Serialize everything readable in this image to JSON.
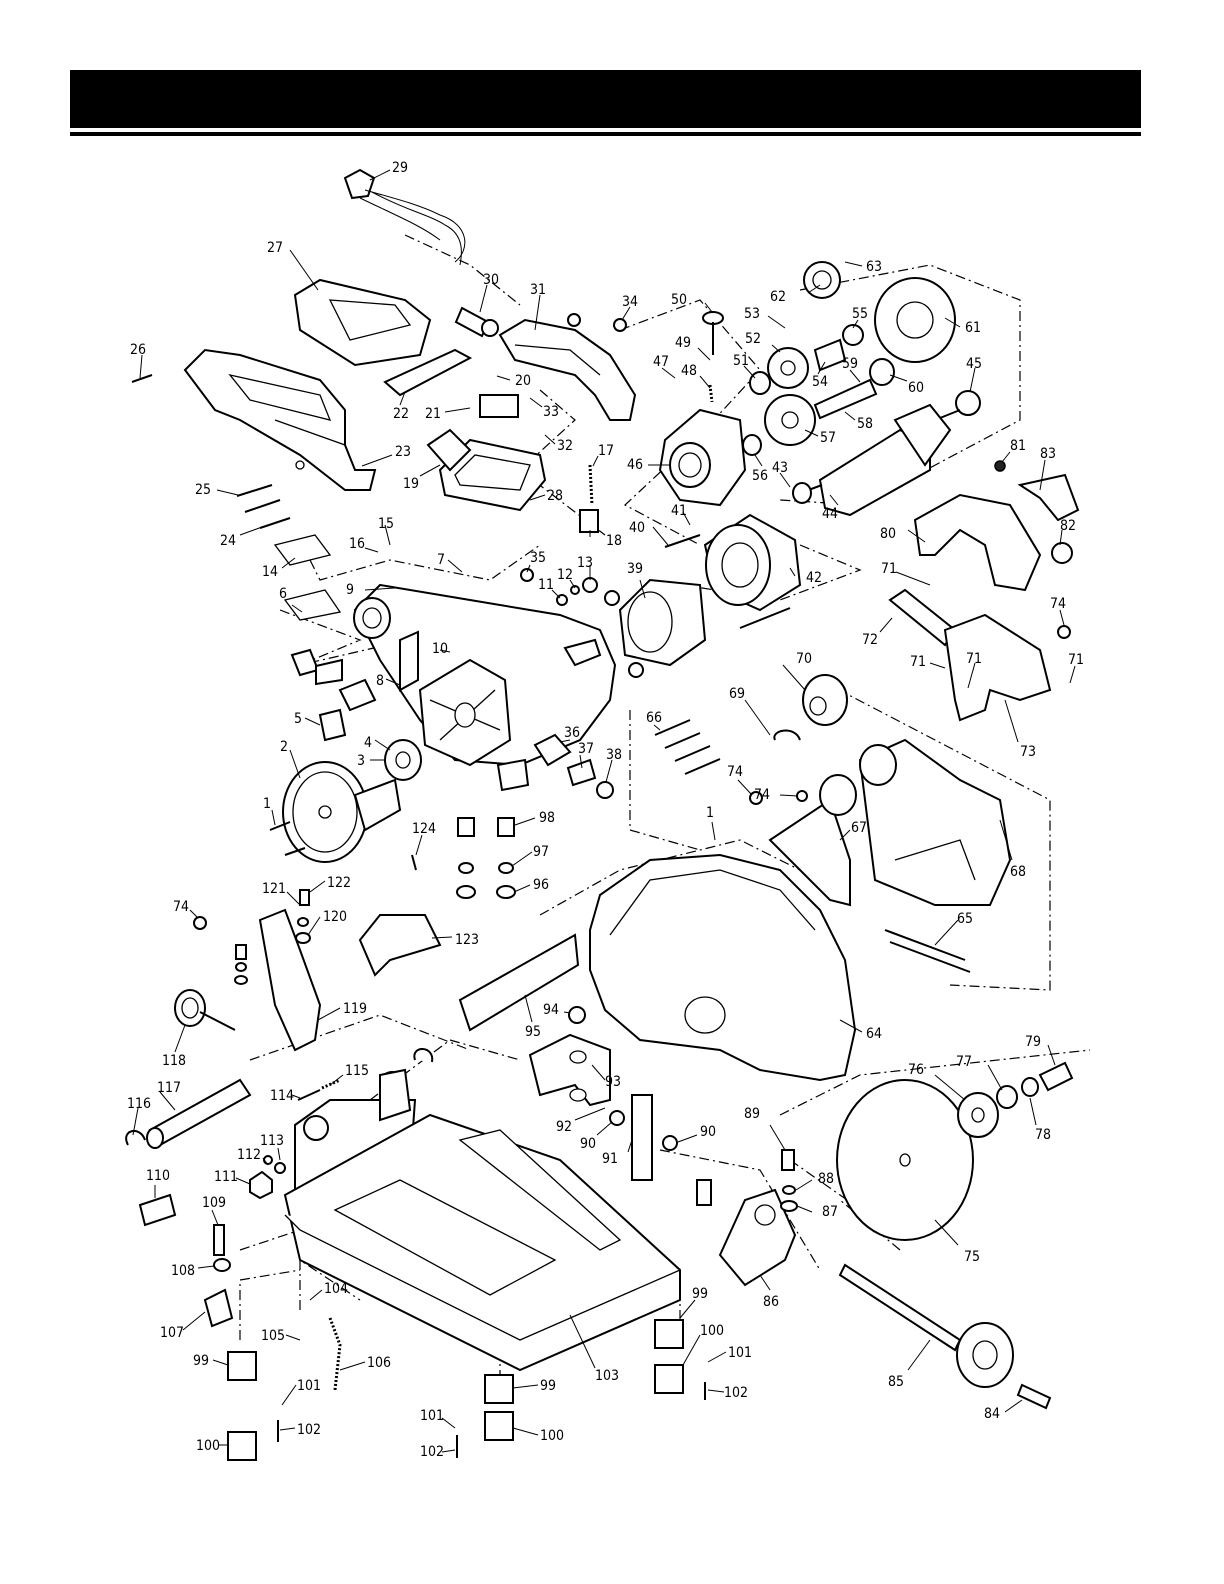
{
  "labels": [
    {
      "id": "29",
      "text": "29"
    },
    {
      "id": "27",
      "text": "27"
    },
    {
      "id": "30",
      "text": "30"
    },
    {
      "id": "31",
      "text": "31"
    },
    {
      "id": "34",
      "text": "34"
    },
    {
      "id": "50",
      "text": "50"
    },
    {
      "id": "62",
      "text": "62"
    },
    {
      "id": "63",
      "text": "63"
    },
    {
      "id": "26",
      "text": "26"
    },
    {
      "id": "53",
      "text": "53"
    },
    {
      "id": "55",
      "text": "55"
    },
    {
      "id": "61",
      "text": "61"
    },
    {
      "id": "52",
      "text": "52"
    },
    {
      "id": "49",
      "text": "49"
    },
    {
      "id": "47",
      "text": "47"
    },
    {
      "id": "20",
      "text": "20"
    },
    {
      "id": "48",
      "text": "48"
    },
    {
      "id": "51",
      "text": "51"
    },
    {
      "id": "54",
      "text": "54"
    },
    {
      "id": "59",
      "text": "59"
    },
    {
      "id": "60",
      "text": "60"
    },
    {
      "id": "45",
      "text": "45"
    },
    {
      "id": "22",
      "text": "22"
    },
    {
      "id": "21",
      "text": "21"
    },
    {
      "id": "33",
      "text": "33"
    },
    {
      "id": "58",
      "text": "58"
    },
    {
      "id": "32",
      "text": "32"
    },
    {
      "id": "57",
      "text": "57"
    },
    {
      "id": "23",
      "text": "23"
    },
    {
      "id": "17",
      "text": "17"
    },
    {
      "id": "46",
      "text": "46"
    },
    {
      "id": "56",
      "text": "56"
    },
    {
      "id": "43",
      "text": "43"
    },
    {
      "id": "81",
      "text": "81"
    },
    {
      "id": "83",
      "text": "83"
    },
    {
      "id": "19",
      "text": "19"
    },
    {
      "id": "25",
      "text": "25"
    },
    {
      "id": "28",
      "text": "28"
    },
    {
      "id": "44",
      "text": "44"
    },
    {
      "id": "18",
      "text": "18"
    },
    {
      "id": "24",
      "text": "24"
    },
    {
      "id": "41",
      "text": "41"
    },
    {
      "id": "80",
      "text": "80"
    },
    {
      "id": "15",
      "text": "15"
    },
    {
      "id": "40",
      "text": "40"
    },
    {
      "id": "82",
      "text": "82"
    },
    {
      "id": "16",
      "text": "16"
    },
    {
      "id": "42",
      "text": "42"
    },
    {
      "id": "35",
      "text": "35"
    },
    {
      "id": "13",
      "text": "13"
    },
    {
      "id": "14",
      "text": "14"
    },
    {
      "id": "7",
      "text": "7"
    },
    {
      "id": "12",
      "text": "12"
    },
    {
      "id": "39",
      "text": "39"
    },
    {
      "id": "11",
      "text": "11"
    },
    {
      "id": "71",
      "text": "71"
    },
    {
      "id": "9",
      "text": "9"
    },
    {
      "id": "6",
      "text": "6"
    },
    {
      "id": "74",
      "text": "74"
    },
    {
      "id": "72",
      "text": "72"
    },
    {
      "id": "10",
      "text": "10"
    },
    {
      "id": "70",
      "text": "70"
    },
    {
      "id": "71b",
      "text": "71"
    },
    {
      "id": "71c",
      "text": "71"
    },
    {
      "id": "71d",
      "text": "71"
    },
    {
      "id": "8",
      "text": "8"
    },
    {
      "id": "69",
      "text": "69"
    },
    {
      "id": "5",
      "text": "5"
    },
    {
      "id": "66",
      "text": "66"
    },
    {
      "id": "73",
      "text": "73"
    },
    {
      "id": "4",
      "text": "4"
    },
    {
      "id": "36",
      "text": "36"
    },
    {
      "id": "3",
      "text": "3"
    },
    {
      "id": "37",
      "text": "37"
    },
    {
      "id": "38",
      "text": "38"
    },
    {
      "id": "2",
      "text": "2"
    },
    {
      "id": "74b",
      "text": "74"
    },
    {
      "id": "74c",
      "text": "74"
    },
    {
      "id": "1",
      "text": "1"
    },
    {
      "id": "1b",
      "text": "1"
    },
    {
      "id": "98",
      "text": "98"
    },
    {
      "id": "67",
      "text": "67"
    },
    {
      "id": "124",
      "text": "124"
    },
    {
      "id": "97",
      "text": "97"
    },
    {
      "id": "68",
      "text": "68"
    },
    {
      "id": "96",
      "text": "96"
    },
    {
      "id": "121",
      "text": "121"
    },
    {
      "id": "122",
      "text": "122"
    },
    {
      "id": "74d",
      "text": "74"
    },
    {
      "id": "120",
      "text": "120"
    },
    {
      "id": "123",
      "text": "123"
    },
    {
      "id": "65",
      "text": "65"
    },
    {
      "id": "119",
      "text": "119"
    },
    {
      "id": "94",
      "text": "94"
    },
    {
      "id": "95",
      "text": "95"
    },
    {
      "id": "64",
      "text": "64"
    },
    {
      "id": "118",
      "text": "118"
    },
    {
      "id": "79",
      "text": "79"
    },
    {
      "id": "115",
      "text": "115"
    },
    {
      "id": "76",
      "text": "76"
    },
    {
      "id": "77",
      "text": "77"
    },
    {
      "id": "93",
      "text": "93"
    },
    {
      "id": "117",
      "text": "117"
    },
    {
      "id": "114",
      "text": "114"
    },
    {
      "id": "116",
      "text": "116"
    },
    {
      "id": "78",
      "text": "78"
    },
    {
      "id": "89",
      "text": "89"
    },
    {
      "id": "92",
      "text": "92"
    },
    {
      "id": "90",
      "text": "90"
    },
    {
      "id": "90b",
      "text": "90"
    },
    {
      "id": "113",
      "text": "113"
    },
    {
      "id": "112",
      "text": "112"
    },
    {
      "id": "91",
      "text": "91"
    },
    {
      "id": "110",
      "text": "110"
    },
    {
      "id": "111",
      "text": "111"
    },
    {
      "id": "88",
      "text": "88"
    },
    {
      "id": "87",
      "text": "87"
    },
    {
      "id": "109",
      "text": "109"
    },
    {
      "id": "108",
      "text": "108"
    },
    {
      "id": "75",
      "text": "75"
    },
    {
      "id": "86",
      "text": "86"
    },
    {
      "id": "104",
      "text": "104"
    },
    {
      "id": "99",
      "text": "99"
    },
    {
      "id": "107",
      "text": "107"
    },
    {
      "id": "105",
      "text": "105"
    },
    {
      "id": "100",
      "text": "100"
    },
    {
      "id": "106",
      "text": "106"
    },
    {
      "id": "99b",
      "text": "99"
    },
    {
      "id": "101",
      "text": "101"
    },
    {
      "id": "103",
      "text": "103"
    },
    {
      "id": "102",
      "text": "102"
    },
    {
      "id": "85",
      "text": "85"
    },
    {
      "id": "99c",
      "text": "99"
    },
    {
      "id": "100b",
      "text": "100"
    },
    {
      "id": "101b",
      "text": "101"
    },
    {
      "id": "102b",
      "text": "102"
    },
    {
      "id": "84",
      "text": "84"
    },
    {
      "id": "99d",
      "text": "99"
    },
    {
      "id": "101c",
      "text": "101"
    },
    {
      "id": "100c",
      "text": "100"
    },
    {
      "id": "102c",
      "text": "102"
    }
  ]
}
